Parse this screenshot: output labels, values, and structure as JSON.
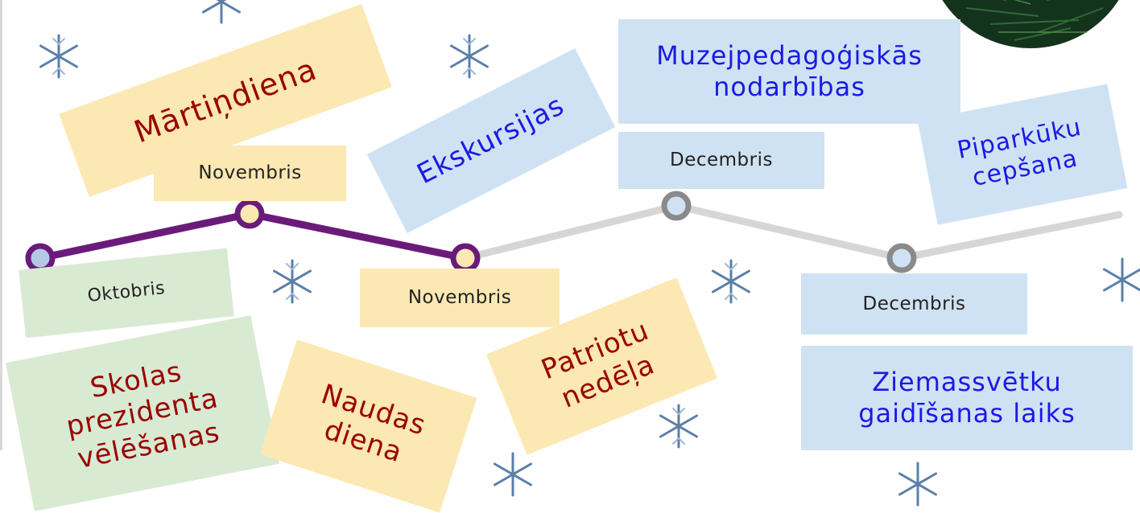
{
  "events": {
    "martindiena": "Mārtiņdiena",
    "ekskursijas": "Ekskursijas",
    "muzejpedagogiskas_1": "Muzejpedagoģiskās",
    "muzejpedagogiskas_2": "nodarbības",
    "piparkuku_1": "Piparkūku",
    "piparkuku_2": "cepšana",
    "skolas_1": "Skolas",
    "skolas_2": "prezidenta",
    "skolas_3": "vēlēšanas",
    "naudas_1": "Naudas",
    "naudas_2": "diena",
    "patriotu_1": "Patriotu",
    "patriotu_2": "nedēļa",
    "ziemassvetku_1": "Ziemassvētku",
    "ziemassvetku_2": "gaidīšanas laiks"
  },
  "months": {
    "oktobris": "Oktobris",
    "novembris_top": "Novembris",
    "novembris_bottom": "Novembris",
    "decembris_top": "Decembris",
    "decembris_bottom": "Decembris"
  },
  "colors": {
    "progress_line": "#6a1b7a",
    "future_line": "#d6d6d6",
    "node_fill_blue": "#b4c8e6",
    "node_fill_yellow": "#fce8b2",
    "node_stroke_future": "#8a8a8a",
    "yellow_card": "#fce8b2",
    "blue_card": "#cfe2f3",
    "green_card": "#d9ead3",
    "red_text": "#990000",
    "blue_text": "#1a1ae6"
  },
  "icons": [
    "snowflake-icon",
    "christmas-tree-photo"
  ]
}
